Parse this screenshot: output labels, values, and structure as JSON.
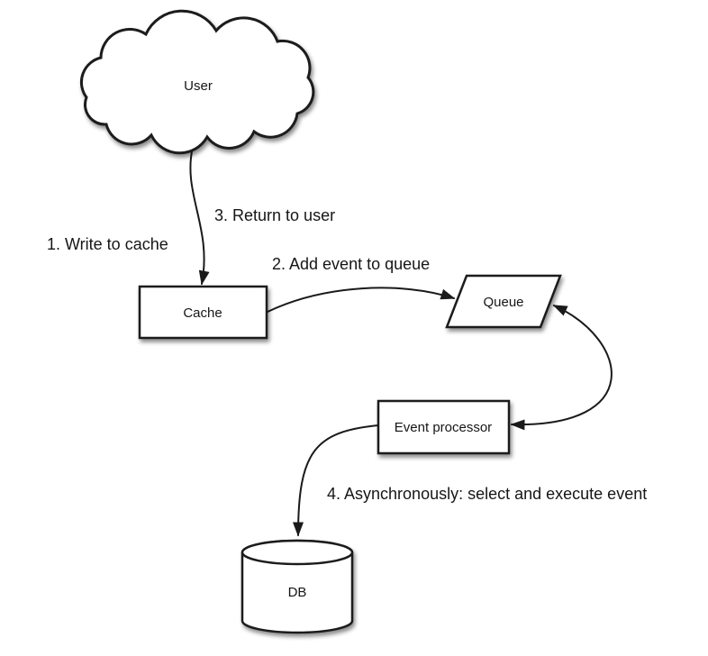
{
  "diagram": {
    "type": "flow-diagram",
    "background": "#ffffff",
    "stroke_color": "#1a1a1a",
    "text_color": "#161616",
    "node_fill": "#ffffff",
    "nodes": {
      "user": {
        "label": "User",
        "shape": "cloud"
      },
      "cache": {
        "label": "Cache",
        "shape": "rectangle"
      },
      "queue": {
        "label": "Queue",
        "shape": "parallelogram"
      },
      "event_processor": {
        "label": "Event processor",
        "shape": "rectangle"
      },
      "db": {
        "label": "DB",
        "shape": "cylinder"
      }
    },
    "edge_labels": {
      "step1": "1. Write to cache",
      "step2": "2. Add event to queue",
      "step3": "3. Return to user",
      "step4": "4. Asynchronously: select and execute event"
    },
    "edges": [
      {
        "from": "user",
        "to": "cache",
        "label_keys": [
          "step1",
          "step3"
        ],
        "arrows": "single"
      },
      {
        "from": "cache",
        "to": "queue",
        "label_keys": [
          "step2"
        ],
        "arrows": "single"
      },
      {
        "from": "queue",
        "to": "event_processor",
        "label_keys": [],
        "arrows": "double"
      },
      {
        "from": "event_processor",
        "to": "db",
        "label_keys": [
          "step4"
        ],
        "arrows": "single"
      }
    ]
  }
}
